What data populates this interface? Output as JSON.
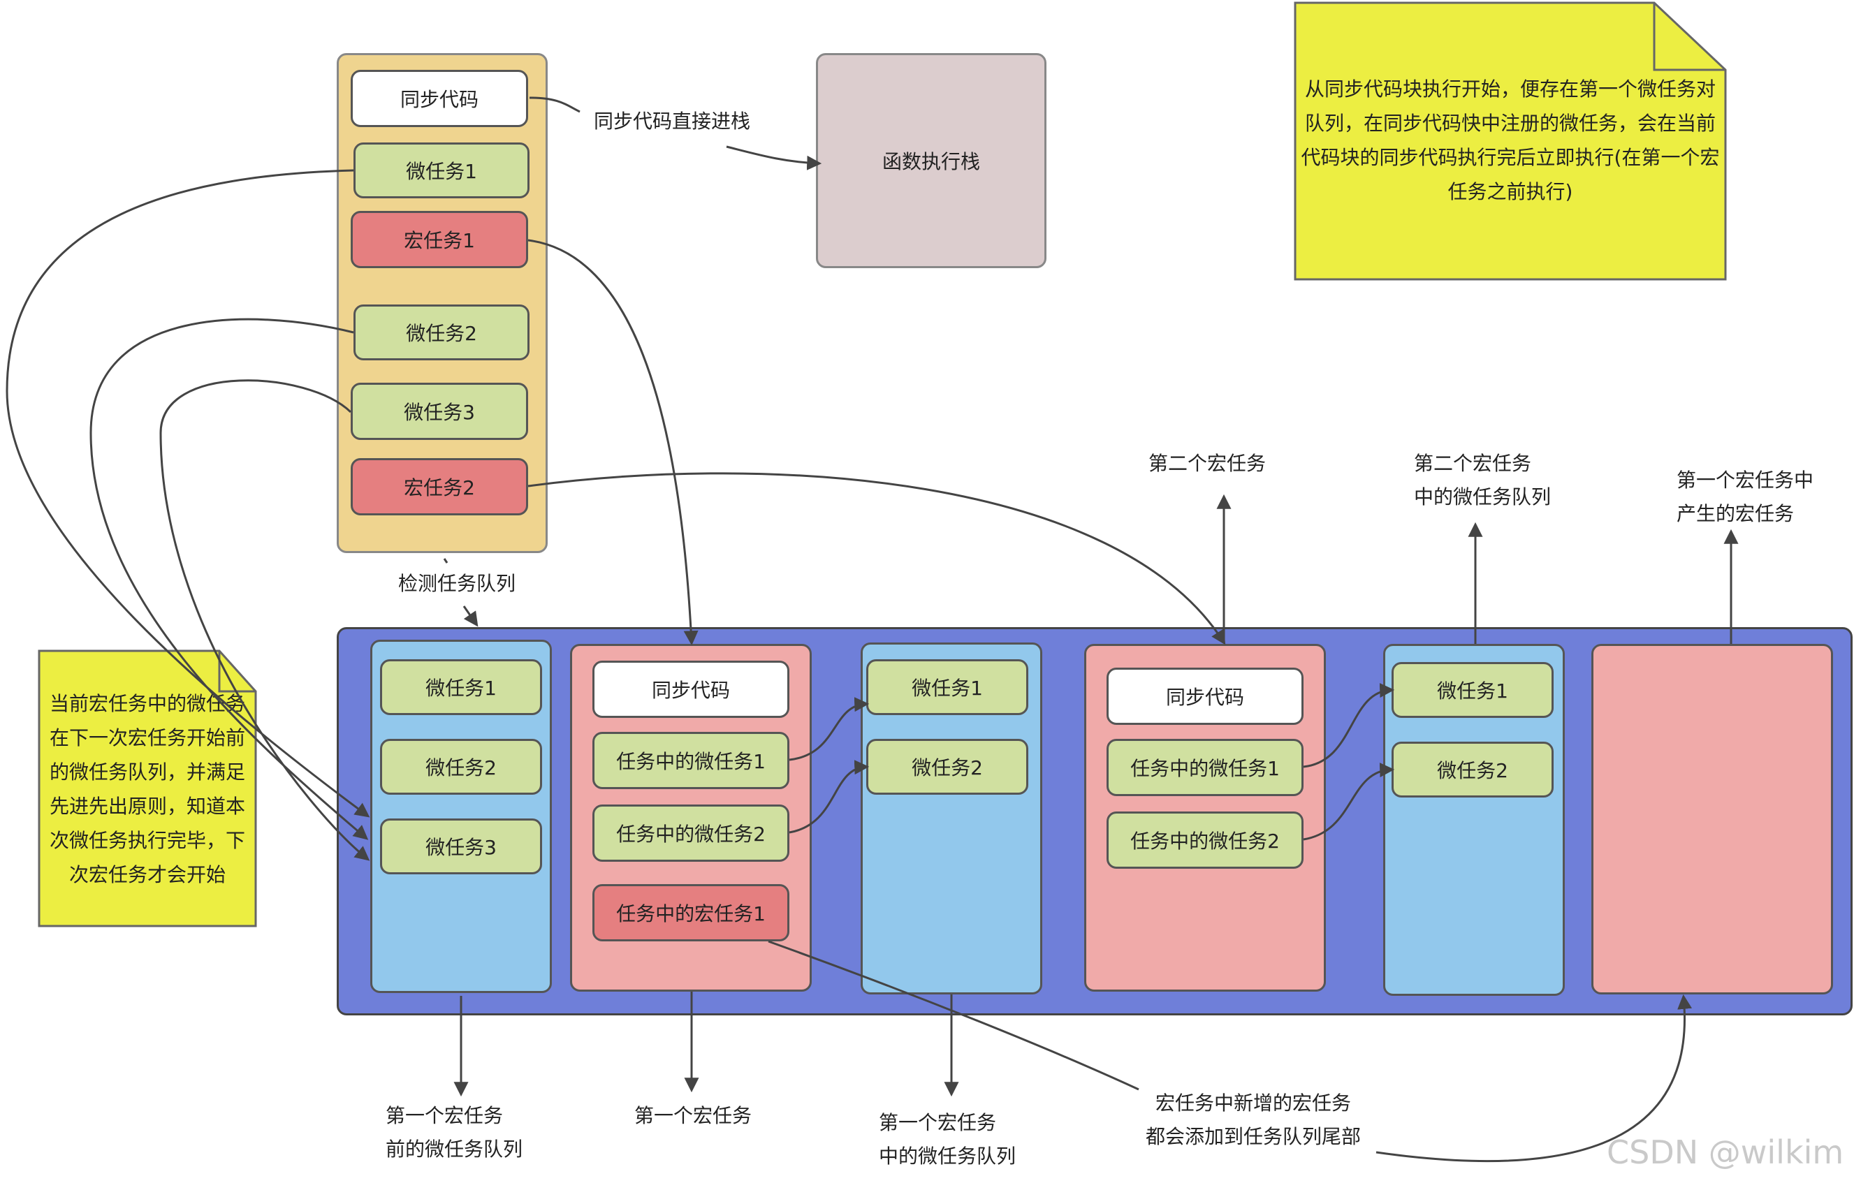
{
  "sync_block": {
    "items": [
      "同步代码",
      "微任务1",
      "宏任务1",
      "微任务2",
      "微任务3",
      "宏任务2"
    ]
  },
  "call_stack": {
    "label": "函数执行栈"
  },
  "labels": {
    "sync_push": "同步代码直接进栈",
    "check_queue": "检测任务队列",
    "second_macro": "第二个宏任务",
    "second_macro_micro": [
      "第二个宏任务",
      "中的微任务队列"
    ],
    "first_macro_produced": [
      "第一个宏任务中",
      "产生的宏任务"
    ],
    "before_first_micro": [
      "第一个宏任务",
      "前的微任务队列"
    ],
    "first_macro": "第一个宏任务",
    "first_macro_micro": [
      "第一个宏任务",
      "中的微任务队列"
    ],
    "appended": [
      "宏任务中新增的宏任务",
      "都会添加到任务队列尾部"
    ]
  },
  "notes": {
    "top_right": [
      "从同步代码块执行开始，便存在第一个微任务对",
      "队列，在同步代码快中注册的微任务，会在当前",
      "代码块的同步代码执行完后立即执行(在第一个宏",
      "任务之前执行)"
    ],
    "left": [
      "当前宏任务中的微任务",
      "在下一次宏任务开始前",
      "的微任务队列，并满足",
      "先进先出原则，知道本",
      "次微任务执行完毕，下",
      "次宏任务才会开始"
    ]
  },
  "queue": {
    "col1": [
      "微任务1",
      "微任务2",
      "微任务3"
    ],
    "col2": {
      "sync": "同步代码",
      "items": [
        "任务中的微任务1",
        "任务中的微任务2"
      ],
      "macro": "任务中的宏任务1"
    },
    "col3": [
      "微任务1",
      "微任务2"
    ],
    "col4": {
      "sync": "同步代码",
      "items": [
        "任务中的微任务1",
        "任务中的微任务2"
      ]
    },
    "col5": [
      "微任务1",
      "微任务2"
    ]
  },
  "watermark": "CSDN @wilkim",
  "colors": {
    "sync_block_bg": "#efd48f",
    "call_stack_bg": "#dccdce",
    "note_bg": "#ecee42",
    "queue_bg": "#6f7fd9",
    "micro_col_bg": "#92c8ec",
    "macro_col_bg": "#f0aaa9",
    "micro_task": "#d0e0a0",
    "macro_task": "#e57f80"
  }
}
